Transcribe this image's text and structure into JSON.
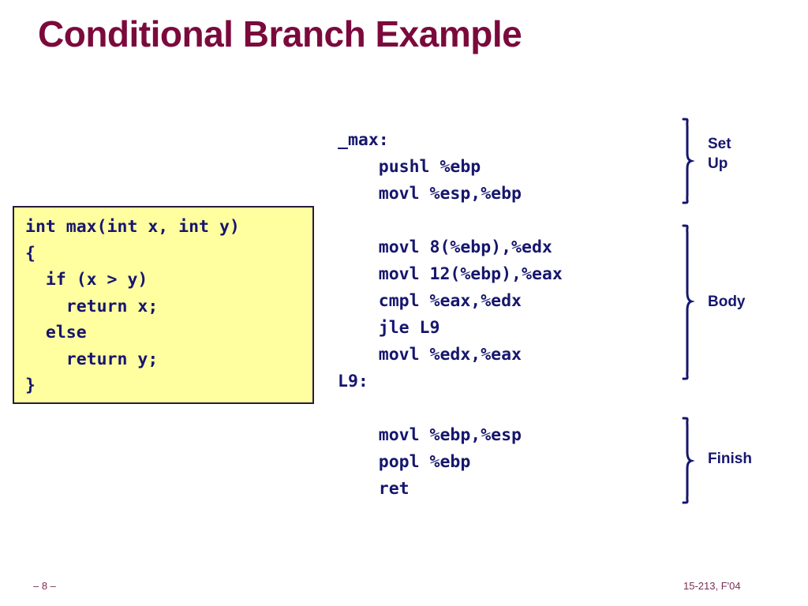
{
  "slide": {
    "title": "Conditional Branch Example",
    "title_color": "#7b0a3c",
    "code_color": "#16166e",
    "code_box_bg": "#ffffa0",
    "code_box_border": "#2a1a3a"
  },
  "c_code": {
    "lines": [
      "int max(int x, int y)",
      "{",
      "  if (x > y)",
      "    return x;",
      "  else",
      "    return y;",
      "}"
    ]
  },
  "assembly": {
    "lines": [
      "_max:",
      "    pushl %ebp",
      "    movl %esp,%ebp",
      "",
      "    movl 8(%ebp),%edx",
      "    movl 12(%ebp),%eax",
      "    cmpl %eax,%edx",
      "    jle L9",
      "    movl %edx,%eax",
      "L9:",
      "",
      "    movl %ebp,%esp",
      "    popl %ebp",
      "    ret"
    ]
  },
  "groups": [
    {
      "label": "Set\nUp"
    },
    {
      "label": "Body"
    },
    {
      "label": "Finish"
    }
  ],
  "footer": {
    "page": "– 8 –",
    "course": "15-213, F'04"
  }
}
